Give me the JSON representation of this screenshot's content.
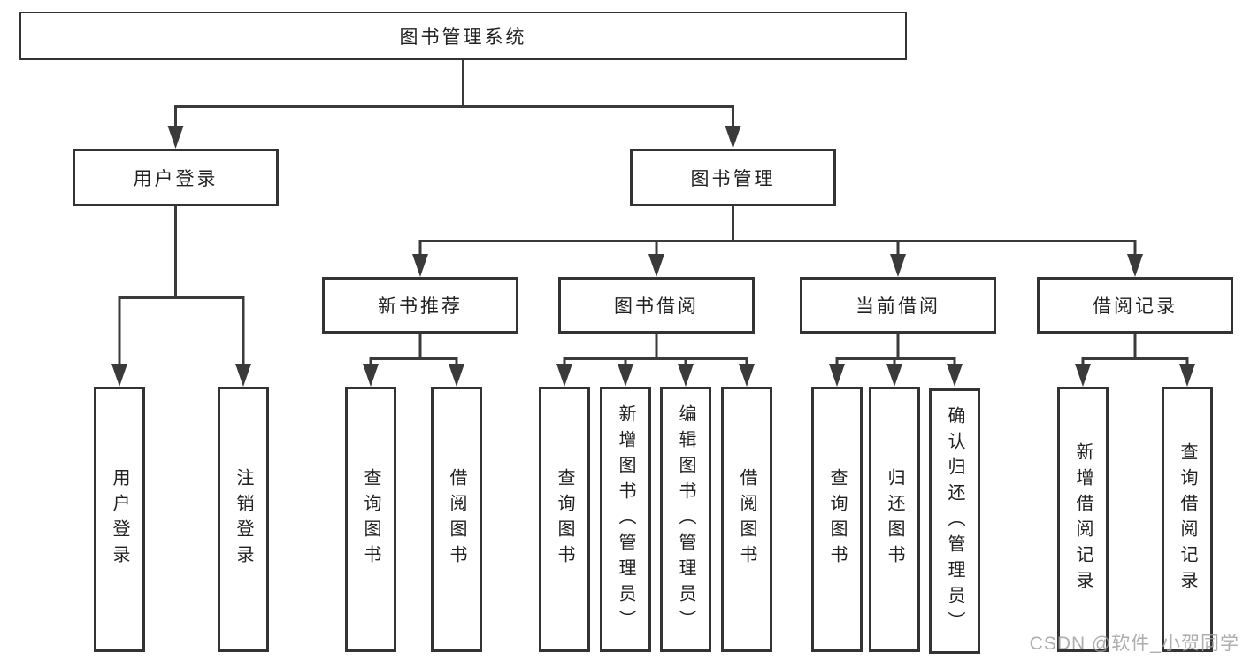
{
  "nodes": {
    "root": {
      "label": "图书管理系统"
    },
    "userLogin": {
      "label": "用户登录"
    },
    "bookMgmt": {
      "label": "图书管理"
    },
    "newBookRec": {
      "label": "新书推荐"
    },
    "bookBorrow": {
      "label": "图书借阅"
    },
    "currentBorrow": {
      "label": "当前借阅"
    },
    "borrowRecord": {
      "label": "借阅记录"
    }
  },
  "leaves": {
    "userLogin": [
      "用户登录",
      "注销登录"
    ],
    "newBookRec": [
      "查询图书",
      "借阅图书"
    ],
    "bookBorrow": [
      "查询图书",
      "新增图书（管理员）",
      "编辑图书（管理员）",
      "借阅图书"
    ],
    "currentBorrow": [
      "查询图书",
      "归还图书",
      "确认归还（管理员）"
    ],
    "borrowRecord": [
      "新增借阅记录",
      "查询借阅记录"
    ]
  },
  "watermark": "CSDN @软件_小贺同学",
  "colors": {
    "line": "#3a3a3a",
    "box_border": "#333333",
    "text": "#212121",
    "watermark": "#a0a0a0",
    "background": "#ffffff"
  }
}
